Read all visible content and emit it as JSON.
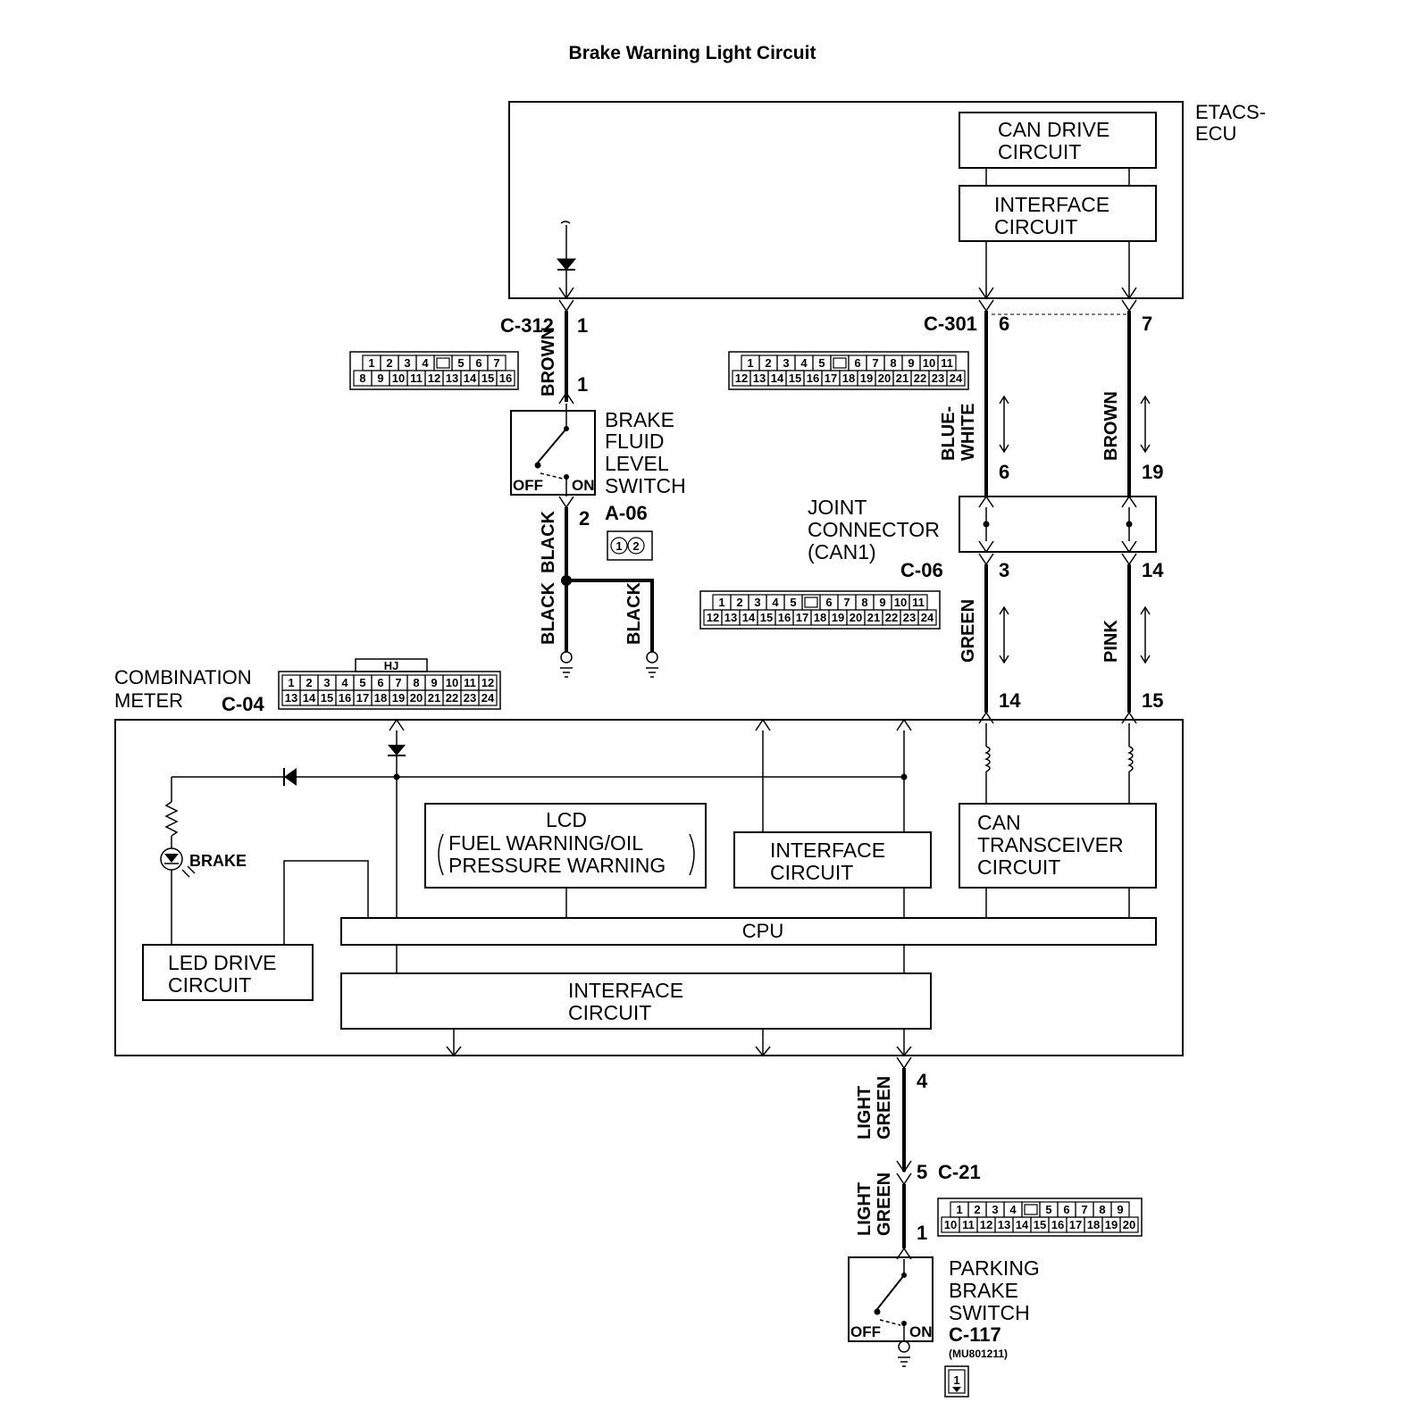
{
  "title": "Brake Warning Light Circuit",
  "etacs_ecu": {
    "label_line1": "ETACS-",
    "label_line2": "ECU",
    "can_drive": [
      "CAN DRIVE",
      "CIRCUIT"
    ],
    "interface": [
      "INTERFACE",
      "CIRCUIT"
    ]
  },
  "connectors": {
    "c312": {
      "id": "C-312",
      "pin_top": "1",
      "pin_bottom": "1",
      "wire": "BROWN",
      "row1": [
        "1",
        "2",
        "3",
        "4",
        "",
        "5",
        "6",
        "7"
      ],
      "row2": [
        "8",
        "9",
        "10",
        "11",
        "12",
        "13",
        "14",
        "15",
        "16"
      ]
    },
    "c301": {
      "id": "C-301",
      "pins_top": [
        "6",
        "7"
      ],
      "row1": [
        "1",
        "2",
        "3",
        "4",
        "5",
        "",
        "6",
        "7",
        "8",
        "9",
        "10",
        "11"
      ],
      "row2": [
        "12",
        "13",
        "14",
        "15",
        "16",
        "17",
        "18",
        "19",
        "20",
        "21",
        "22",
        "23",
        "24"
      ]
    },
    "c06": {
      "id": "C-06",
      "row1": [
        "1",
        "2",
        "3",
        "4",
        "5",
        "",
        "6",
        "7",
        "8",
        "9",
        "10",
        "11"
      ],
      "row2": [
        "12",
        "13",
        "14",
        "15",
        "16",
        "17",
        "18",
        "19",
        "20",
        "21",
        "22",
        "23",
        "24"
      ]
    },
    "c04": {
      "id": "C-04",
      "tag": "HJ",
      "row1": [
        "1",
        "2",
        "3",
        "4",
        "5",
        "6",
        "7",
        "8",
        "9",
        "10",
        "11",
        "12"
      ],
      "row2": [
        "13",
        "14",
        "15",
        "16",
        "17",
        "18",
        "19",
        "20",
        "21",
        "22",
        "23",
        "24"
      ]
    },
    "c21": {
      "id": "C-21",
      "pin_top": "5",
      "pin_bottom": "1",
      "row1": [
        "1",
        "2",
        "3",
        "4",
        "",
        "5",
        "6",
        "7",
        "8",
        "9"
      ],
      "row2": [
        "10",
        "11",
        "12",
        "13",
        "14",
        "15",
        "16",
        "17",
        "18",
        "19",
        "20"
      ]
    },
    "a06": {
      "id": "A-06",
      "pins": [
        "1",
        "2"
      ]
    },
    "c117": {
      "id": "C-117",
      "part": "(MU801211)",
      "pin": "1"
    }
  },
  "brake_fluid_switch": {
    "lines": [
      "BRAKE",
      "FLUID",
      "LEVEL",
      "SWITCH"
    ],
    "off": "OFF",
    "on": "ON",
    "pin": "2"
  },
  "joint_connector": {
    "lines": [
      "JOINT",
      "CONNECTOR",
      "(CAN1)"
    ],
    "pins": [
      "6",
      "19",
      "3",
      "14"
    ]
  },
  "wires": {
    "blue_white": [
      "BLUE-",
      "WHITE"
    ],
    "brown": "BROWN",
    "green": "GREEN",
    "pink": "PINK",
    "black": "BLACK",
    "light_green": [
      "LIGHT",
      "GREEN"
    ],
    "pins_meter": [
      "14",
      "15"
    ],
    "pin_meter_out": "4"
  },
  "combination_meter": {
    "label_line1": "COMBINATION",
    "label_line2": "METER",
    "brake_lamp": "BRAKE",
    "lcd": [
      "LCD",
      "FUEL WARNING/OIL",
      "PRESSURE WARNING"
    ],
    "interface_small": [
      "INTERFACE",
      "CIRCUIT"
    ],
    "can_transceiver": [
      "CAN",
      "TRANSCEIVER",
      "CIRCUIT"
    ],
    "cpu": "CPU",
    "led_drive": [
      "LED DRIVE",
      "CIRCUIT"
    ],
    "interface_large": [
      "INTERFACE",
      "CIRCUIT"
    ]
  },
  "parking_brake_switch": {
    "lines": [
      "PARKING",
      "BRAKE",
      "SWITCH"
    ],
    "off": "OFF",
    "on": "ON"
  }
}
